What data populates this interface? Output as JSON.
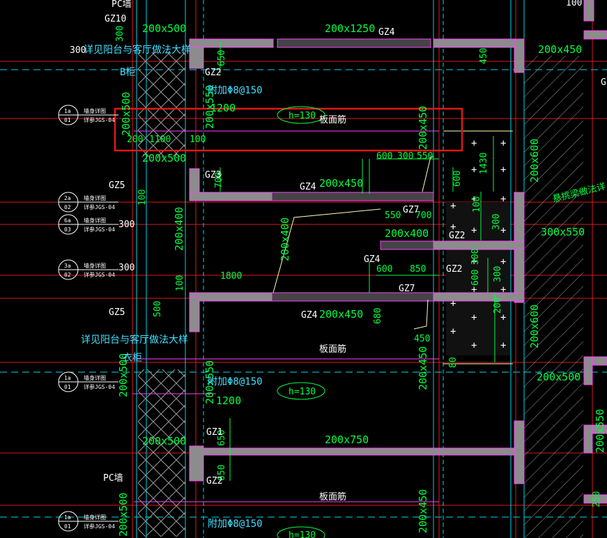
{
  "colors": {
    "background": "#000000",
    "grid_red": "#ff2020",
    "grid_cyan": "#00d8e8",
    "wall_gray": "#8c8c8c",
    "wall_magenta": "#ff40ff",
    "dim_green": "#00ff40",
    "text_white": "#ffffff",
    "text_cyan": "#40e0ff",
    "text_yellow": "#ffff80",
    "highlight_red": "#e01818",
    "hatch": "#b0b0b0"
  },
  "labels": {
    "pc_wall_top": "PC墙",
    "pc_wall_bottom": "PC墙",
    "gz10": "GZ10",
    "beam_200x500_tl": "200x500",
    "beam_200x1250": "200x1250",
    "gz4_top": "GZ4",
    "dim_100_top": "100",
    "dim_300_left": "300",
    "balcony_note_1": "详见阳台与客厅做法大样",
    "balcony_note_2": "详见阳台与客厅做法大样",
    "dim_650_a": "650",
    "gz2_a": "GZ2",
    "dim_450_a": "450",
    "beam_200x450_tr": "200x450",
    "cabinet": "B柜",
    "rebar_1": "附加Φ8@150",
    "rebar_2": "附加Φ8@150",
    "rebar_3": "附加Φ8@150",
    "beam_200x550_v": "200x550",
    "dim_1200_a": "1200",
    "dim_1200_b": "1200",
    "h130_a": "h=130",
    "h130_b": "h=130",
    "h130_c": "h=130",
    "slab_rebar_1": "板面筋",
    "slab_rebar_2": "板面筋",
    "slab_rebar_3": "板面筋",
    "beam_200x500_v": "200x500",
    "dim_200": "200",
    "dim_1100": "1100",
    "dim_100_a": "100",
    "beam_200x450_v1": "200x450",
    "beam_200x500_mid": "200x500",
    "dim_600_a": "600",
    "dim_300_a": "300",
    "dim_550_a": "550",
    "dim_1430": "1430",
    "beam_200x600_v1": "200x600",
    "gz3": "GZ3",
    "dim_700": "700",
    "gz4_a": "GZ4",
    "beam_200x450_a": "200x450",
    "dim_600_b": "600",
    "gz5_a": "GZ5",
    "dim_100_b": "100",
    "dim_300_b": "300",
    "cantilever_note": "悬挑梁做法详",
    "dim_550_b": "550",
    "gz7_a": "GZ7",
    "dim_700_b": "700",
    "beam_200x400_v": "200x400",
    "beam_200x400_h": "200x400",
    "gz2_b": "GZ2",
    "dim_300_c": "300",
    "beam_300x550": "300x550",
    "gz4_b": "GZ4",
    "dim_600_c": "600",
    "dim_850": "850",
    "gz2_c": "GZ2",
    "dim_300_d": "300",
    "dim_300_e": "300",
    "dim_1800": "1800",
    "dim_100_c": "100",
    "gz7_b": "GZ7",
    "dim_600_d": "600",
    "dim_200_b": "200",
    "dim_500": "500",
    "gz5_b": "GZ5",
    "gz4_c": "GZ4",
    "beam_200x450_b": "200x450",
    "dim_680": "680",
    "dim_450_b": "450",
    "beam_200x600_v2": "200x600",
    "closet": "衣柜",
    "beam_200x500_v2": "200x500",
    "beam_200x550_v2": "200x550",
    "beam_200x450_v2": "200x450",
    "dim_80": "80",
    "beam_200x500_r": "200x500",
    "beam_200x500_bl": "200x500",
    "gz1": "GZ1",
    "dim_650_b": "650",
    "beam_200x750": "200x750",
    "dim_650_c": "650",
    "gz2_d": "GZ2",
    "beam_200x450_v3": "200x450",
    "beam_200x500_v3": "200x500",
    "beam_200x550_r": "200x550",
    "dim_250": "250",
    "g_right": "G"
  },
  "callouts": [
    {
      "top": "1a",
      "bottom": "01",
      "line1": "墙身详图",
      "line2": "详参JGS-04"
    },
    {
      "top": "2a",
      "bottom": "02",
      "line1": "墙身详图",
      "line2": "详参JGS-04"
    },
    {
      "top": "6a",
      "bottom": "03",
      "line1": "墙身详图",
      "line2": "详参JGS-04"
    },
    {
      "top": "3a",
      "bottom": "02",
      "line1": "墙身详图",
      "line2": "详参JGS-04"
    },
    {
      "top": "1a",
      "bottom": "01",
      "line1": "墙身详图",
      "line2": "详参JGS-04"
    },
    {
      "top": "1a",
      "bottom": "01",
      "line1": "墙身详图",
      "line2": "详参JGS-04"
    }
  ]
}
